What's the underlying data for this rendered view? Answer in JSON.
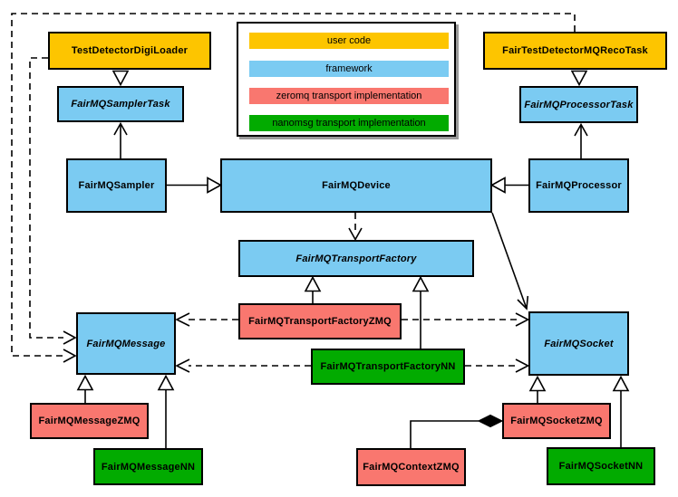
{
  "diagram": {
    "type": "UML class diagram",
    "subject": "FairMQ framework classes and transport implementations"
  },
  "legend": {
    "items": [
      {
        "label": "user code",
        "color": "#FDC500",
        "category": "user"
      },
      {
        "label": "framework",
        "color": "#7BCBF2",
        "category": "framework"
      },
      {
        "label": "zeromq transport implementation",
        "color": "#F9776F",
        "category": "zeromq"
      },
      {
        "label": "nanomsg transport implementation",
        "color": "#02AB00",
        "category": "nanomsg"
      }
    ]
  },
  "nodes": {
    "testDetectorDigiLoader": {
      "label": "TestDetectorDigiLoader",
      "category": "user",
      "abstract": false
    },
    "fairTestDetectorMQRecoTask": {
      "label": "FairTestDetectorMQRecoTask",
      "category": "user",
      "abstract": false
    },
    "samplerTask": {
      "label": "FairMQSamplerTask",
      "category": "framework",
      "abstract": true
    },
    "processorTask": {
      "label": "FairMQProcessorTask",
      "category": "framework",
      "abstract": true
    },
    "sampler": {
      "label": "FairMQSampler",
      "category": "framework",
      "abstract": false
    },
    "device": {
      "label": "FairMQDevice",
      "category": "framework",
      "abstract": false
    },
    "processor": {
      "label": "FairMQProcessor",
      "category": "framework",
      "abstract": false
    },
    "transportFactory": {
      "label": "FairMQTransportFactory",
      "category": "framework",
      "abstract": true
    },
    "transportFactoryZMQ": {
      "label": "FairMQTransportFactoryZMQ",
      "category": "zeromq",
      "abstract": false
    },
    "transportFactoryNN": {
      "label": "FairMQTransportFactoryNN",
      "category": "nanomsg",
      "abstract": false
    },
    "message": {
      "label": "FairMQMessage",
      "category": "framework",
      "abstract": true
    },
    "socket": {
      "label": "FairMQSocket",
      "category": "framework",
      "abstract": true
    },
    "messageZMQ": {
      "label": "FairMQMessageZMQ",
      "category": "zeromq",
      "abstract": false
    },
    "messageNN": {
      "label": "FairMQMessageNN",
      "category": "nanomsg",
      "abstract": false
    },
    "socketZMQ": {
      "label": "FairMQSocketZMQ",
      "category": "zeromq",
      "abstract": false
    },
    "socketNN": {
      "label": "FairMQSocketNN",
      "category": "nanomsg",
      "abstract": false
    },
    "contextZMQ": {
      "label": "FairMQContextZMQ",
      "category": "zeromq",
      "abstract": false
    }
  },
  "edges": [
    {
      "from": "TestDetectorDigiLoader",
      "to": "FairMQSamplerTask",
      "type": "inheritance",
      "style": "solid"
    },
    {
      "from": "FairTestDetectorMQRecoTask",
      "to": "FairMQProcessorTask",
      "type": "inheritance",
      "style": "solid"
    },
    {
      "from": "FairMQSampler",
      "to": "FairMQSamplerTask",
      "type": "association",
      "style": "solid"
    },
    {
      "from": "FairMQProcessor",
      "to": "FairMQProcessorTask",
      "type": "association",
      "style": "solid"
    },
    {
      "from": "FairMQSampler",
      "to": "FairMQDevice",
      "type": "inheritance",
      "style": "solid"
    },
    {
      "from": "FairMQProcessor",
      "to": "FairMQDevice",
      "type": "inheritance",
      "style": "solid"
    },
    {
      "from": "FairMQDevice",
      "to": "FairMQTransportFactory",
      "type": "dependency",
      "style": "dashed"
    },
    {
      "from": "FairMQDevice",
      "to": "FairMQSocket",
      "type": "association",
      "style": "solid"
    },
    {
      "from": "FairMQTransportFactoryZMQ",
      "to": "FairMQTransportFactory",
      "type": "inheritance",
      "style": "solid"
    },
    {
      "from": "FairMQTransportFactoryNN",
      "to": "FairMQTransportFactory",
      "type": "inheritance",
      "style": "solid"
    },
    {
      "from": "FairMQTransportFactoryZMQ",
      "to": "FairMQMessage",
      "type": "dependency",
      "style": "dashed"
    },
    {
      "from": "FairMQTransportFactoryZMQ",
      "to": "FairMQSocket",
      "type": "dependency",
      "style": "dashed"
    },
    {
      "from": "FairMQTransportFactoryNN",
      "to": "FairMQMessage",
      "type": "dependency",
      "style": "dashed"
    },
    {
      "from": "FairMQTransportFactoryNN",
      "to": "FairMQSocket",
      "type": "dependency",
      "style": "dashed"
    },
    {
      "from": "FairMQMessageZMQ",
      "to": "FairMQMessage",
      "type": "inheritance",
      "style": "solid"
    },
    {
      "from": "FairMQMessageNN",
      "to": "FairMQMessage",
      "type": "inheritance",
      "style": "solid"
    },
    {
      "from": "FairMQSocketZMQ",
      "to": "FairMQSocket",
      "type": "inheritance",
      "style": "solid"
    },
    {
      "from": "FairMQSocketNN",
      "to": "FairMQSocket",
      "type": "inheritance",
      "style": "solid"
    },
    {
      "from": "FairMQSocketZMQ",
      "to": "FairMQContextZMQ",
      "type": "composition",
      "style": "solid"
    },
    {
      "from": "TestDetectorDigiLoader",
      "to": "FairMQMessage",
      "type": "dependency",
      "style": "dashed"
    },
    {
      "from": "FairTestDetectorMQRecoTask",
      "to": "FairMQMessage",
      "type": "dependency",
      "style": "dashed"
    }
  ]
}
